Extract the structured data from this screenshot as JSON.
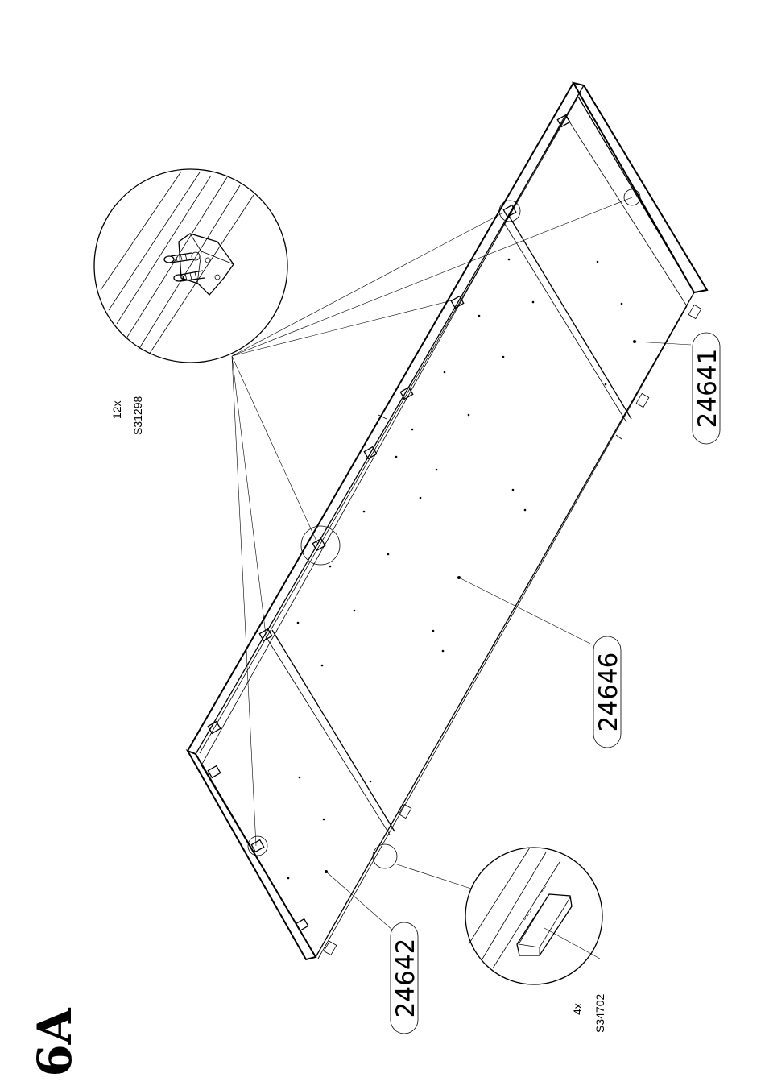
{
  "step": {
    "label": "6A"
  },
  "parts": {
    "p24641": {
      "number": "24641"
    },
    "p24646": {
      "number": "24646"
    },
    "p24642": {
      "number": "24642"
    }
  },
  "hardware": {
    "bracket": {
      "qty": "12x",
      "code": "S31298"
    },
    "foot": {
      "qty": "4x",
      "code": "S34702"
    }
  }
}
